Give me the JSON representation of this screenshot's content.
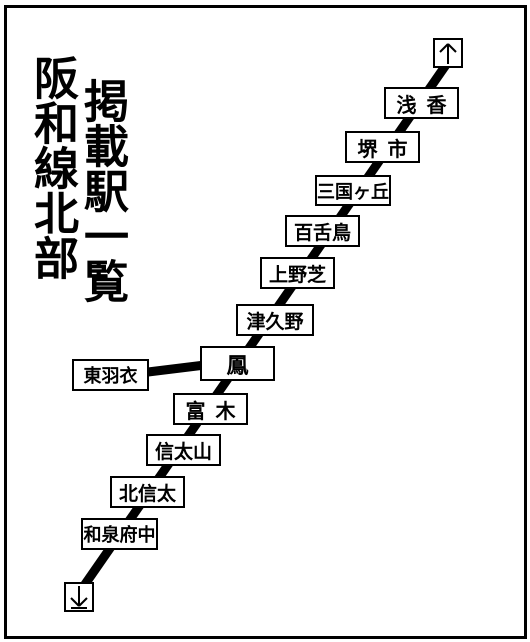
{
  "title": {
    "line_name": "阪和線北部",
    "list_label": "掲載駅一覧"
  },
  "stations": {
    "asaka": "浅香",
    "sakaishi": "堺市",
    "mikunigaoka": "三国ヶ丘",
    "mozu": "百舌鳥",
    "uenoshiba": "上野芝",
    "tsukuno": "津久野",
    "otori": "鳳",
    "higashihagoromo": "東羽衣",
    "tomiki": "富木",
    "shinodayama": "信太山",
    "kitashinoda": "北信太",
    "izumifuchu": "和泉府中"
  },
  "icons": {
    "up": "up-arrow-icon",
    "down": "down-arrow-icon"
  },
  "colors": {
    "line": "#000000",
    "background": "#ffffff"
  }
}
